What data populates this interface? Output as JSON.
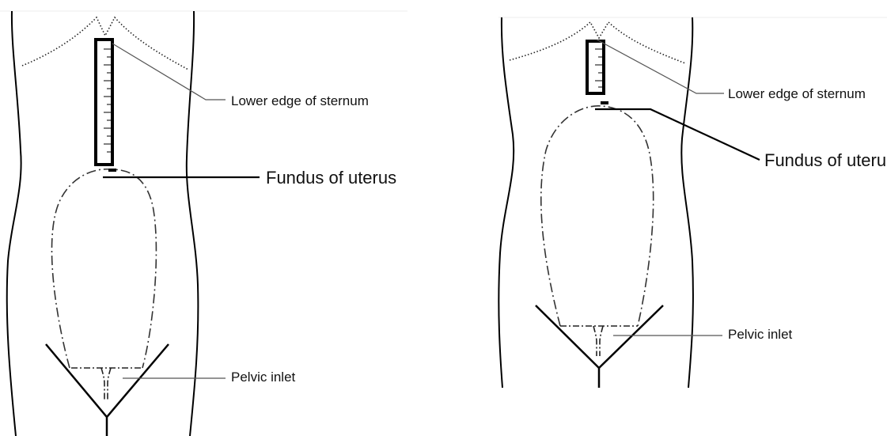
{
  "figures": [
    {
      "id": "left",
      "labels": {
        "sternum": "Lower edge of sternum",
        "fundus": "Fundus of uterus",
        "pelvic_inlet": "Pelvic inlet"
      }
    },
    {
      "id": "right",
      "labels": {
        "sternum": "Lower edge of sternum",
        "fundus": "Fundus of uterus",
        "pelvic_inlet": "Pelvic inlet"
      }
    }
  ]
}
